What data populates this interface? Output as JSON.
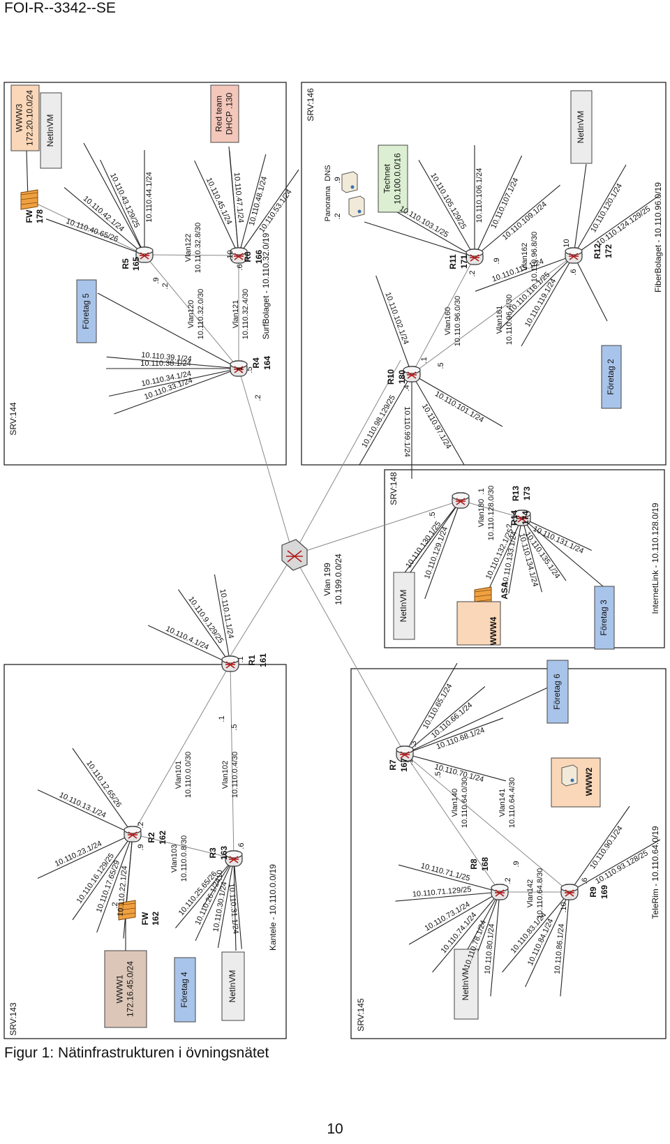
{
  "header": {
    "doc_id": "FOI-R--3342--SE"
  },
  "caption": "Figur 1: Nätinfrastrukturen i övningsnätet",
  "page_number": "10",
  "colors": {
    "wan_box": "#fad7b8",
    "blue_box": "#a9c4ea",
    "green_box": "#dcefd2",
    "pink_box": "#f4c7bb",
    "grey_box": "#ececec",
    "www1_box": "#dcc6b8",
    "router_x": "#b11a1a"
  },
  "core": {
    "vlan": "Vlan 199",
    "net": "10.199.0.0/24"
  },
  "srv144": {
    "name": "SRV:144",
    "site": "SurfBolaget - 10.110.32.0/19",
    "fw": {
      "name": "FW",
      "num": "178"
    },
    "www3": {
      "name": "WWW3",
      "net": "172.20.10.0/24"
    },
    "netinvm": "NetInVM",
    "redteam": {
      "line1": "Red team",
      "line2": "DHCP .130"
    },
    "foretag": "Företag 5",
    "r5": {
      "name": "R5",
      "num": "165"
    },
    "r4": {
      "name": "R4",
      "num": "164"
    },
    "r6": {
      "name": "R6",
      "num": "166"
    },
    "vlan120": {
      "name": "Vlan120",
      "net": "10.110.32.0/30"
    },
    "vlan122": {
      "name": "Vlan122",
      "net": "10.110.32.8/30"
    },
    "vlan121": {
      "name": "Vlan121",
      "net": "10.110.32.4/30"
    },
    "ports": {
      "r5_9": ".9",
      "r5_2": ".2",
      "r4_1": ".1",
      "r4_5": ".5",
      "r4_2": ".2",
      "r6_10": ".10",
      "r6_6": ".6"
    },
    "r5_nets": [
      "10.110.40.65/26",
      "10.110.42.1/24",
      "10.110.43.129/25",
      "10.110.44.1/24"
    ],
    "r4_nets": [
      "10.110.39.1/24",
      "10.110.38.1/24",
      "10.110.34.1/24",
      "10.110.33.1/24"
    ],
    "r6_nets": [
      "10.110.45.1/24",
      "10.110.47.1/24",
      "10.110.48.1/24",
      "10.110.53.1/24"
    ]
  },
  "srv146": {
    "name": "SRV:146",
    "site": "FiberBolaget - 10.110.96.0/19",
    "dns": {
      "name": "DNS",
      "ip": ".2"
    },
    "panorama": {
      "name": "Panorama",
      "ip": ".9"
    },
    "technet": {
      "name": "Technet",
      "net": "10.100.0.0/16"
    },
    "netinvm": "NetInVM",
    "foretag": "Företag 2",
    "r10": {
      "name": "R10",
      "num": "180"
    },
    "r11": {
      "name": "R11",
      "num": "171"
    },
    "r12": {
      "name": "R12",
      "num": "172"
    },
    "vlan160": {
      "name": "Vlan160",
      "net": "10.110.96.0/30"
    },
    "vlan161": {
      "name": "Vlan161",
      "net": "10.110.96.4/30"
    },
    "vlan162": {
      "name": "Vlan162",
      "net": "10.110.96.8/30"
    },
    "ports": {
      "r10_1": ".1",
      "r10_5": ".5",
      "r10_4": ".4",
      "r11_2": ".2",
      "r11_9": ".9",
      "r12_10": ".10",
      "r12_6": ".6"
    },
    "r10_nets": [
      "10.110.102.1/24",
      "10.110.101.1/24",
      "10.110.97.1/24",
      "10.110.99.1/24",
      "10.110.98.129/25"
    ],
    "r11_nets": [
      "10.110.103.1/25",
      "10.110.105.129/25",
      "10.110.106.1/24",
      "10.110.107.1/24",
      "10.110.109.1/24"
    ],
    "r12_nets": [
      "10.110.120.1/24",
      "10.110.124.129/25",
      "10.110.115.1/24",
      "10.110.116.1/25",
      "10.110.119.1/24"
    ]
  },
  "srv148": {
    "name": "SRV:148",
    "site": "InternetLink - 10.110.128.0/19",
    "netinvm": "NetInVM",
    "www4": "WWW4",
    "asa": "ASA",
    "foretag": "Företag 3",
    "r13": {
      "name": "R13",
      "num": "173"
    },
    "r14": {
      "name": "R14",
      "num": "174"
    },
    "vlan180": {
      "name": "Vlan180",
      "net": "10.110.128.0/30"
    },
    "ports": {
      "r13_5": ".5",
      "r13_1": ".1",
      "r14_2": ".2"
    },
    "r13_nets": [
      "10.110.129.1/24",
      "10.110.130.1/25"
    ],
    "r14_nets": [
      "10.110.132.1/25",
      "10.110.133.1/24",
      "10.110.134.1/24",
      "10.110.135.1/24",
      "10.110.131.1/24"
    ]
  },
  "srv143": {
    "name": "SRV:143",
    "site": "Kantele - 10.110.0.0/19",
    "www1": {
      "name": "WWW1",
      "net": "172.16.45.0/24"
    },
    "fw": {
      "name": "FW",
      "num": "162"
    },
    "foretag": "Företag 4",
    "netinvm": "NetInVM",
    "r1": {
      "name": "R1",
      "num": "161"
    },
    "r2": {
      "name": "R2",
      "num": "162"
    },
    "r3": {
      "name": "R3",
      "num": "163"
    },
    "vlan101": {
      "name": "Vlan101",
      "net": "10.110.0.0/30"
    },
    "vlan102": {
      "name": "Vlan102",
      "net": "10.110.0.4/30"
    },
    "vlan103": {
      "name": "Vlan103",
      "net": "10.110.0.8/30"
    },
    "ports": {
      "r1_1a": ".1",
      "r1_5": ".5",
      "r1_1b": ".1",
      "r2_2": ".2",
      "r2_9": ".9",
      "r3_10": ".10",
      "r3_6": ".6",
      "fw_2": ".2"
    },
    "r1_nets": [
      "10.110.4.1/24",
      "10.110.9.129/25",
      "10.110.11.1/24"
    ],
    "r2_nets": [
      "10.110.12.65/26",
      "10.110.13.1/24",
      "10.110.23.1/24",
      "10.110.16.129/25",
      "10.110.17.65/29",
      "10.110.22.1/24"
    ],
    "r3_nets": [
      "10.110.25.65/26",
      "10.110.26.1/24",
      "10.110.30.1/24",
      "10.110.31.1/24"
    ]
  },
  "srv145": {
    "name": "SRV:145",
    "site": "TeleRim - 10.110.64.0/19",
    "foretag": "Företag 6",
    "www2": "WWW2",
    "netinvm": "NetInVM",
    "r7": {
      "name": "R7",
      "num": "167"
    },
    "r8": {
      "name": "R8",
      "num": "168"
    },
    "r9": {
      "name": "R9",
      "num": "169"
    },
    "vlan140": {
      "name": "Vlan140",
      "net": "10.110.64.0/30"
    },
    "vlan141": {
      "name": "Vlan141",
      "net": "10.110.64.4/30"
    },
    "vlan142": {
      "name": "Vlan142",
      "net": "10.110.64.8/30"
    },
    "ports": {
      "r7_3": ".3",
      "r7_1": ".1",
      "r7_5": ".5",
      "r8_2": ".2",
      "r8_9": ".9",
      "r9_10": ".10",
      "r9_6": ".6"
    },
    "r7_nets": [
      "10.110.65.1/24",
      "10.110.66.1/24",
      "10.110.68.1/24",
      "10.110.70.1/24"
    ],
    "r8_nets": [
      "10.110.71.1/25",
      "10.110.71.129/25",
      "10.110.73.1/24",
      "10.110.74.1/24",
      "10.110.78.1/24",
      "10.110.80.1/24"
    ],
    "r9_nets": [
      "10.110.90.1/24",
      "10.110.93.128/25",
      "10.110.83.1/24",
      "10.110.84.1/24",
      "10.110.86.1/24"
    ]
  }
}
